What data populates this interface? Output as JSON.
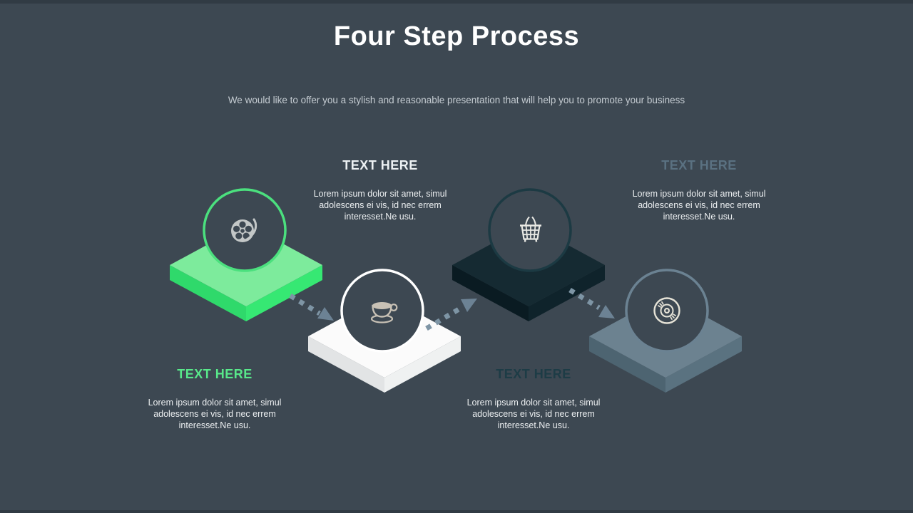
{
  "slide": {
    "title": "Four Step Process",
    "subtitle": "We would like to offer you a stylish and reasonable presentation that will help you to promote your business"
  },
  "colors": {
    "background": "#3D4852",
    "edge_bar": "#313B44",
    "title_text": "#FFFFFF",
    "subtitle_text": "#C5CCD2",
    "body_text": "#ECEFF1",
    "arrow_dash": "#7E95A5",
    "arrow_head": "#6C8294",
    "circle_fill": "#3D4852"
  },
  "steps": [
    {
      "name": "step-1",
      "icon": "film-reel-icon",
      "icon_color": "#C3C7C7",
      "accent": "#4BE07E",
      "heading": "TEXT HERE",
      "heading_color": "#58E88A",
      "body_lines": [
        "Lorem ipsum dolor sit amet, simul",
        "adolescens ei vis, id nec errem",
        "interesset.Ne usu."
      ],
      "platform": {
        "top": "#7DEB9C",
        "left": "#2FD96B",
        "right": "#36E873"
      }
    },
    {
      "name": "step-2",
      "icon": "coffee-cup-icon",
      "icon_color": "#C8C1B5",
      "accent": "#FFFFFF",
      "heading": "TEXT HERE",
      "heading_color": "#EDF1F3",
      "body_lines": [
        "Lorem ipsum dolor sit amet, simul",
        "adolescens ei vis, id nec errem",
        "interesset.Ne usu."
      ],
      "platform": {
        "top": "#FBFBFB",
        "left": "#E2E4E5",
        "right": "#EFF1F1"
      }
    },
    {
      "name": "step-3",
      "icon": "shopping-basket-icon",
      "icon_color": "#E9E9E4",
      "accent": "#1C3A43",
      "heading": "TEXT HERE",
      "heading_color": "#1D3C46",
      "body_lines": [
        "Lorem ipsum dolor sit amet, simul",
        "adolescens ei vis, id nec errem",
        "interesset.Ne usu."
      ],
      "platform": {
        "top": "#152A32",
        "left": "#0A1B22",
        "right": "#0F232B"
      }
    },
    {
      "name": "step-4",
      "icon": "cd-disc-icon",
      "icon_color": "#E6E3D7",
      "accent": "#6B8292",
      "heading": "TEXT HERE",
      "heading_color": "#5A7181",
      "body_lines": [
        "Lorem ipsum dolor sit amet, simul",
        "adolescens ei vis, id nec errem",
        "interesset.Ne usu."
      ],
      "platform": {
        "top": "#6C8290",
        "left": "#4D6471",
        "right": "#5A7280"
      }
    }
  ]
}
